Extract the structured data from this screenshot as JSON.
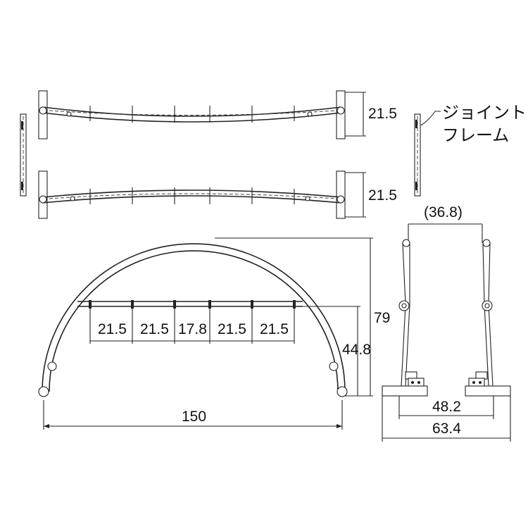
{
  "top_views": {
    "upper_height_label": "21.5",
    "lower_height_label": "21.5"
  },
  "joint_frame": {
    "label_line1": "ジョイント",
    "label_line2": "フレーム"
  },
  "front_view": {
    "hook_spacings": [
      "21.5",
      "21.5",
      "17.8",
      "21.5",
      "21.5"
    ],
    "total_width_label": "150",
    "total_height_label": "79",
    "rail_height_label": "44.8"
  },
  "side_view": {
    "top_width_label": "(36.8)",
    "inner_base_label": "48.2",
    "outer_base_label": "63.4"
  }
}
